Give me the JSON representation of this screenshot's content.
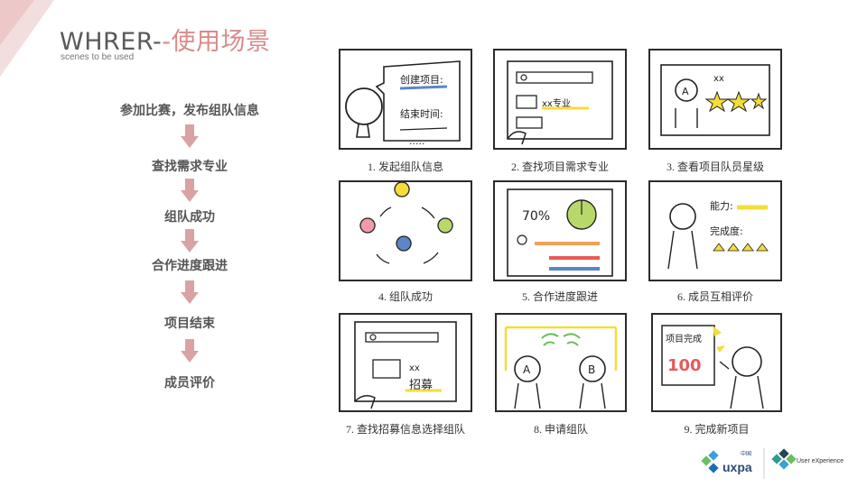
{
  "header": {
    "title_main": "WHRER-",
    "title_accent": "-使用场景",
    "subtitle": "scenes to be used"
  },
  "flow_steps": [
    "参加比赛，发布组队信息",
    "查找需求专业",
    "组队成功",
    "合作进度跟进",
    "项目结束",
    "成员评价"
  ],
  "storyboard": [
    {
      "caption": "1. 发起组队信息",
      "texts": [
        "创建项目:",
        "结束时间:",
        "....."
      ]
    },
    {
      "caption": "2. 查找项目需求专业",
      "texts": [
        "xx专业"
      ]
    },
    {
      "caption": "3. 查看项目队员星级",
      "texts": [
        "A",
        "xx"
      ]
    },
    {
      "caption": "4. 组队成功",
      "texts": []
    },
    {
      "caption": "5. 合作进度跟进",
      "texts": [
        "70%"
      ]
    },
    {
      "caption": "6. 成员互相评价",
      "texts": [
        "能力:",
        "完成度:"
      ]
    },
    {
      "caption": "7. 查找招募信息选择组队",
      "texts": [
        "xx",
        "招募"
      ]
    },
    {
      "caption": "8. 申请组队",
      "texts": [
        "A",
        "B"
      ]
    },
    {
      "caption": "9. 完成新项目",
      "texts": [
        "项目完成",
        "100"
      ]
    }
  ],
  "logos": {
    "uxpa": "uxpa",
    "uxpa_cn": "中国",
    "ux_line1": "User eXperience"
  },
  "colors": {
    "accent": "#d98b8b",
    "arrow": "#d9a3a3",
    "yellow": "#f4dd3a",
    "green": "#b8d86a",
    "orange": "#f0a15a",
    "red": "#e85a5a",
    "blue": "#5b86c9",
    "pink": "#f29aa8"
  }
}
